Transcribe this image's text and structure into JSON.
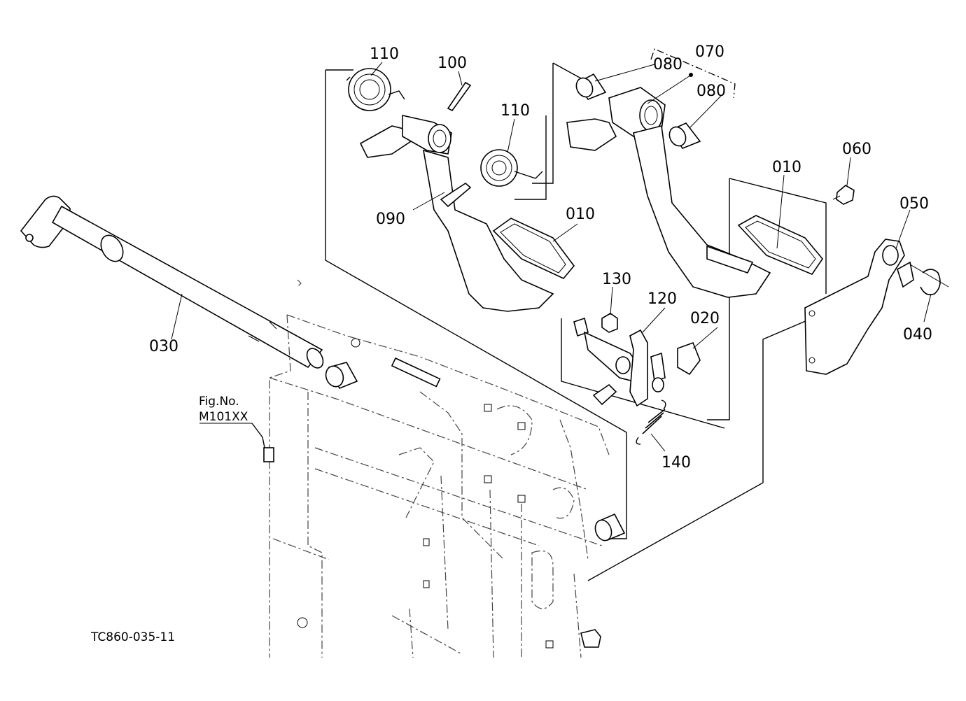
{
  "diagram": {
    "part_labels": {
      "p110a": "110",
      "p100": "100",
      "p110b": "110",
      "p080a": "080",
      "p070": "070",
      "p080b": "080",
      "p060": "060",
      "p010a": "010",
      "p010b": "010",
      "p050": "050",
      "p090": "090",
      "p130": "130",
      "p120": "120",
      "p020": "020",
      "p040": "040",
      "p030": "030",
      "p140": "140"
    },
    "fig_ref": {
      "line1": "Fig.No.",
      "line2": "M101XX"
    },
    "drawing_code": "TC860-035-11"
  }
}
